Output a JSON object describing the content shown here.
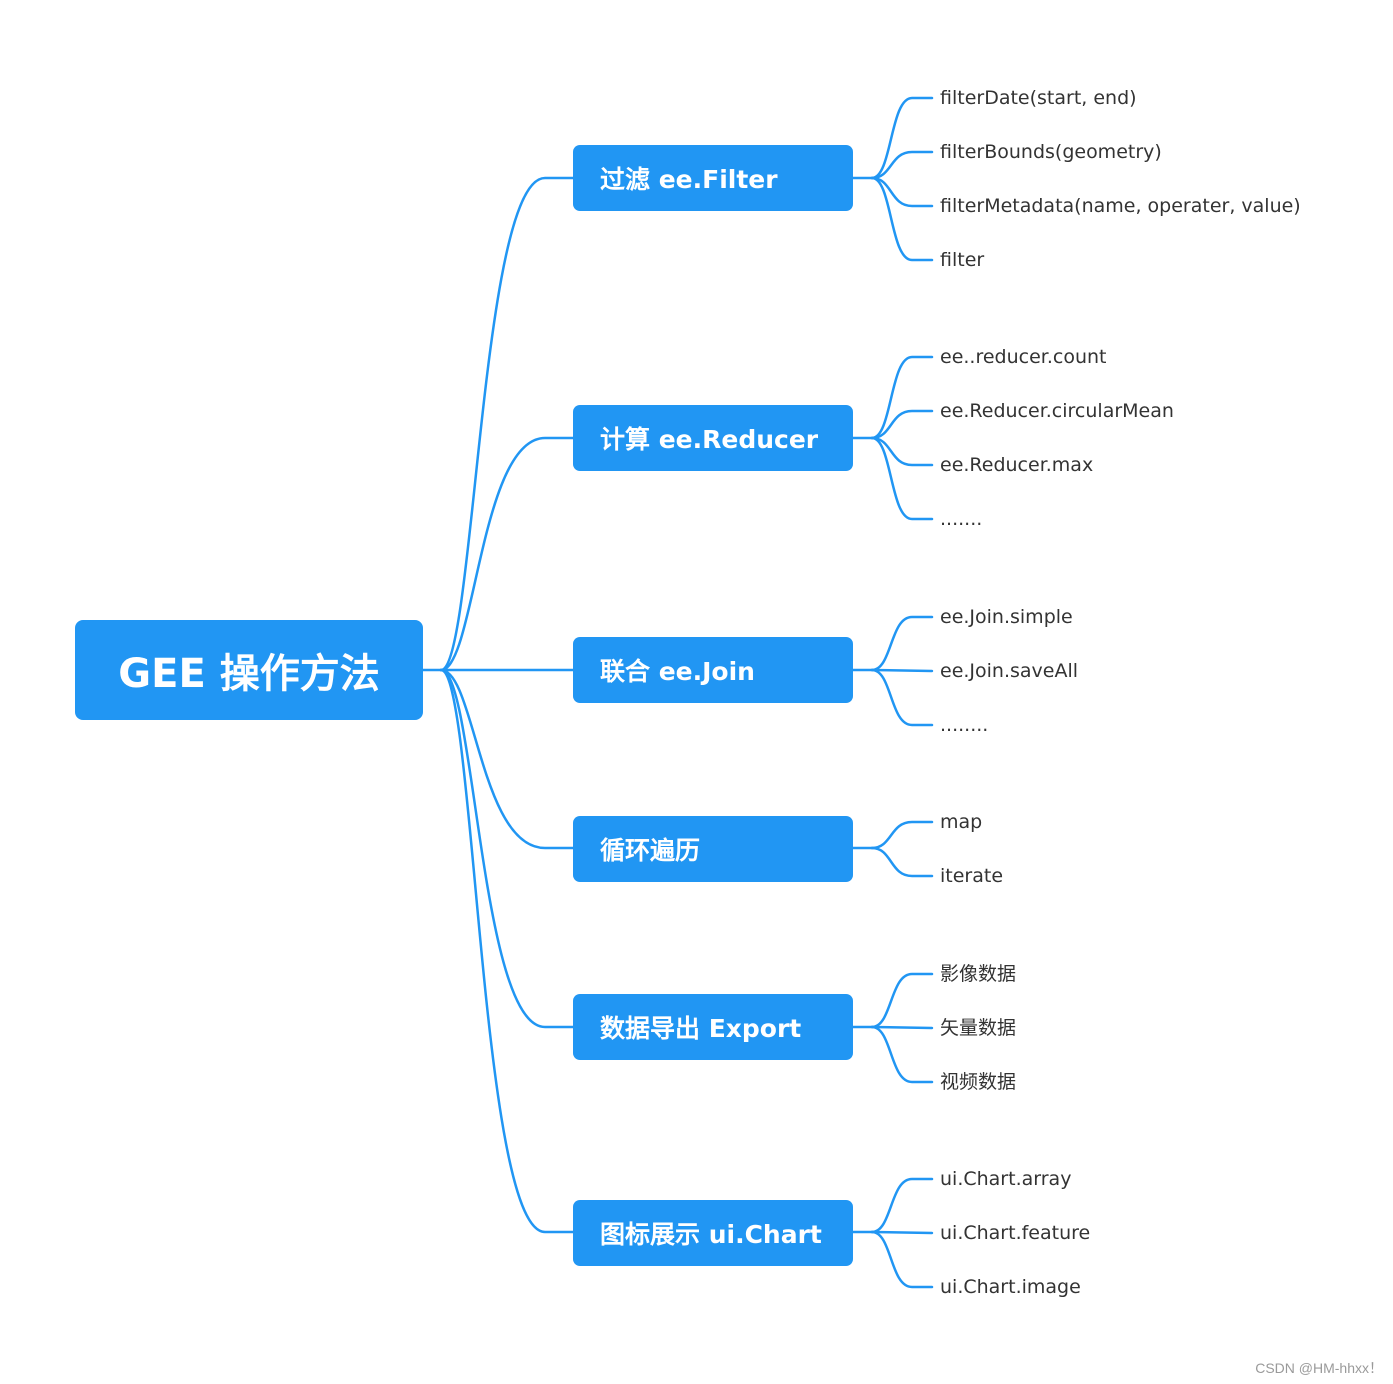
{
  "root": {
    "label": "GEE 操作方法"
  },
  "branches": [
    {
      "label": "过滤 ee.Filter",
      "children": [
        "filterDate(start, end)",
        "filterBounds(geometry)",
        "filterMetadata(name, operater, value)",
        "filter"
      ]
    },
    {
      "label": "计算 ee.Reducer",
      "children": [
        "ee..reducer.count",
        "ee.Reducer.circularMean",
        "ee.Reducer.max",
        "......."
      ]
    },
    {
      "label": "联合 ee.Join",
      "children": [
        "ee.Join.simple",
        "ee.Join.saveAll",
        "........"
      ]
    },
    {
      "label": "循环遍历",
      "children": [
        "map",
        "iterate"
      ]
    },
    {
      "label": "数据导出 Export",
      "children": [
        "影像数据",
        "矢量数据",
        "视频数据"
      ]
    },
    {
      "label": "图标展示 ui.Chart",
      "children": [
        "ui.Chart.array",
        "ui.Chart.feature",
        "ui.Chart.image"
      ]
    }
  ],
  "colors": {
    "accent": "#2196F3",
    "leaf_text": "#333333",
    "background": "#ffffff"
  },
  "watermark": "CSDN @HM-hhxx！"
}
